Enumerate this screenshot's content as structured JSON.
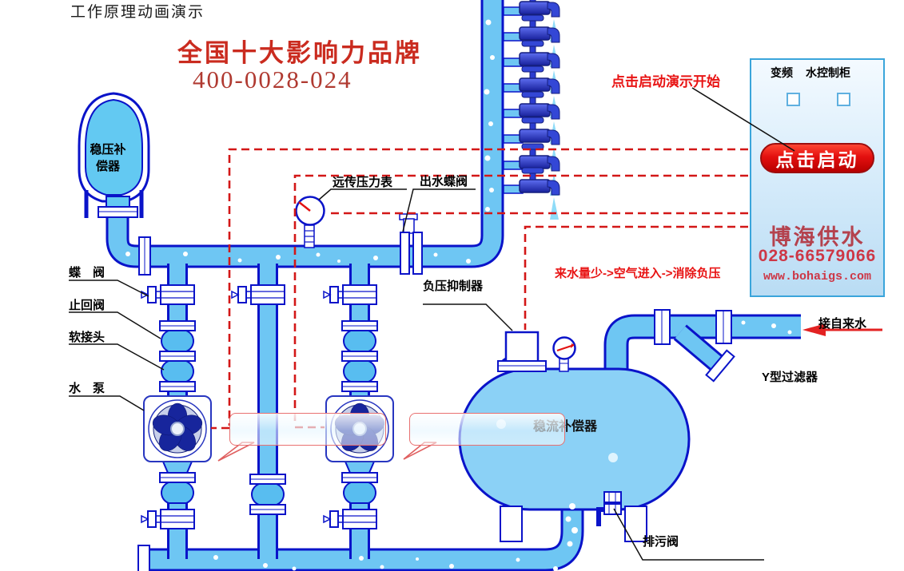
{
  "page_title": "工作原理动画演示",
  "promo": {
    "slogan": "全国十大影响力品牌",
    "hotline": "400-0028-024"
  },
  "control_panel": {
    "vfd_label": "变频",
    "cabinet_label": "水控制柜",
    "start_button": "点击启动",
    "brand": "博海供水",
    "phone": "028-66579066",
    "website": "www.bohaigs.com"
  },
  "annotations": {
    "click_hint": "点击启动演示开始",
    "air_note": "来水量少->空气进入->消除负压",
    "inlet": "接自来水",
    "y_filter": "Y型过滤器"
  },
  "labels": {
    "surge_tank_l1": "稳压补",
    "surge_tank_l2": "偿器",
    "butterfly_valve": "蝶　阀",
    "check_valve": "止回阀",
    "soft_joint": "软接头",
    "pump": "水　泵",
    "remote_gauge": "远传压力表",
    "outlet_valve": "出水蝶阀",
    "vacuum_suppressor": "负压抑制器",
    "flow_tank": "稳流补偿器",
    "drain_valve": "排污阀"
  },
  "colors": {
    "pipe_fill": "#6ec6f3",
    "pipe_border": "#0a13c9",
    "tank_fill": "#8bd1f6",
    "dashed_wire": "#d31717",
    "accent_red": "#e81313",
    "slogan_red": "#ca2b1f",
    "hotline_red": "#b03a31",
    "brand_crimson": "#b4424e",
    "panel_border": "#3aa5db",
    "button_red": "#d40000"
  }
}
